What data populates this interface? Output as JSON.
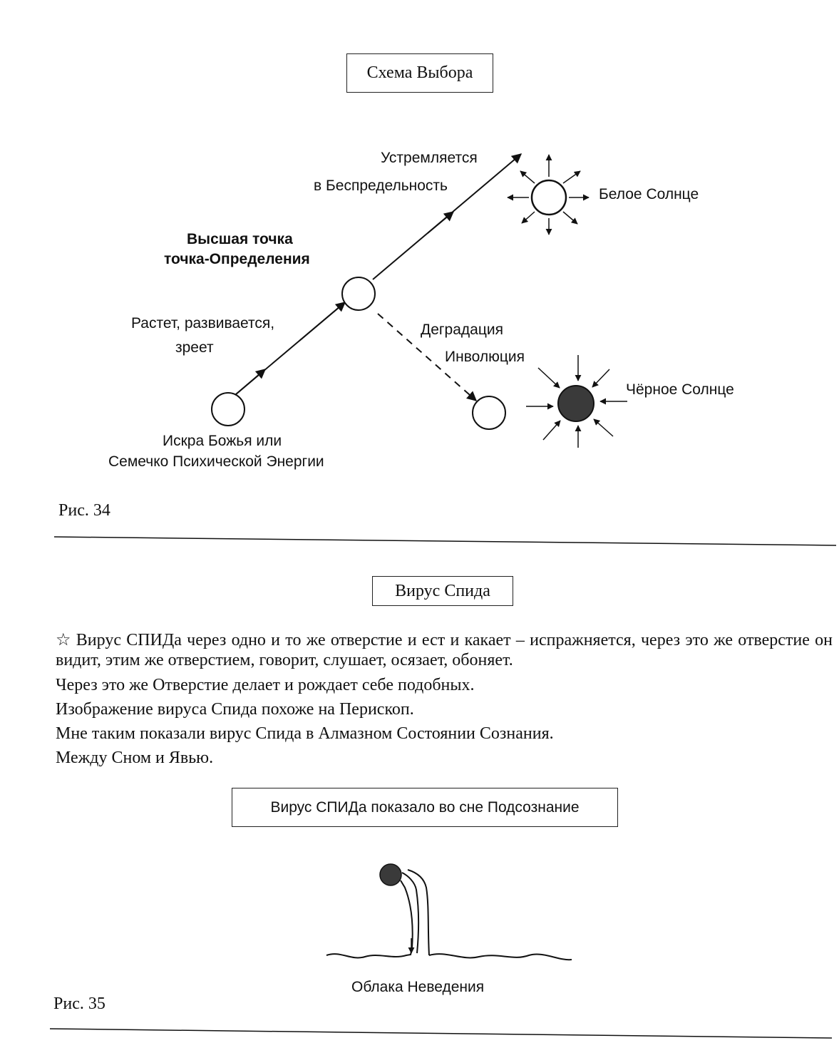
{
  "fig34": {
    "title": "Схема Выбора",
    "label_rise_1": "Устремляется",
    "label_rise_2": "в Беспредельность",
    "label_white_sun": "Белое Солнце",
    "label_high_1": "Высшая точка",
    "label_high_2": "точка-Определения",
    "label_grow_1": "Растет, развивается,",
    "label_grow_2": "зреет",
    "label_degr_1": "Деградация",
    "label_degr_2": "Инволюция",
    "label_black_sun": "Чёрное Солнце",
    "label_spark_1": "Искра Божья или",
    "label_spark_2": "Семечко Психической Энергии",
    "caption": "Рис. 34"
  },
  "fig35": {
    "title": "Вирус Спида",
    "star_icon": "☆",
    "lines": [
      "Вирус СПИДа через одно и то же отверстие и ест и какает – испражняется, через это же отверстие он видит, этим же отверстием, говорит, слушает, осязает, обоняет.",
      "Через это же Отверстие делает и рождает себе подобных.",
      "Изображение вируса Спида похоже на Перископ.",
      "Мне таким показали вирус Спида в Алмазном Состоянии Сознания.",
      "Между Сном и Явью."
    ],
    "dream_box": "Вирус СПИДа показало во сне Подсознание",
    "clouds_label": "Облака Неведения",
    "caption": "Рис. 35"
  },
  "colors": {
    "ink": "#111111",
    "black_sun_fill": "#3a3a3a"
  }
}
